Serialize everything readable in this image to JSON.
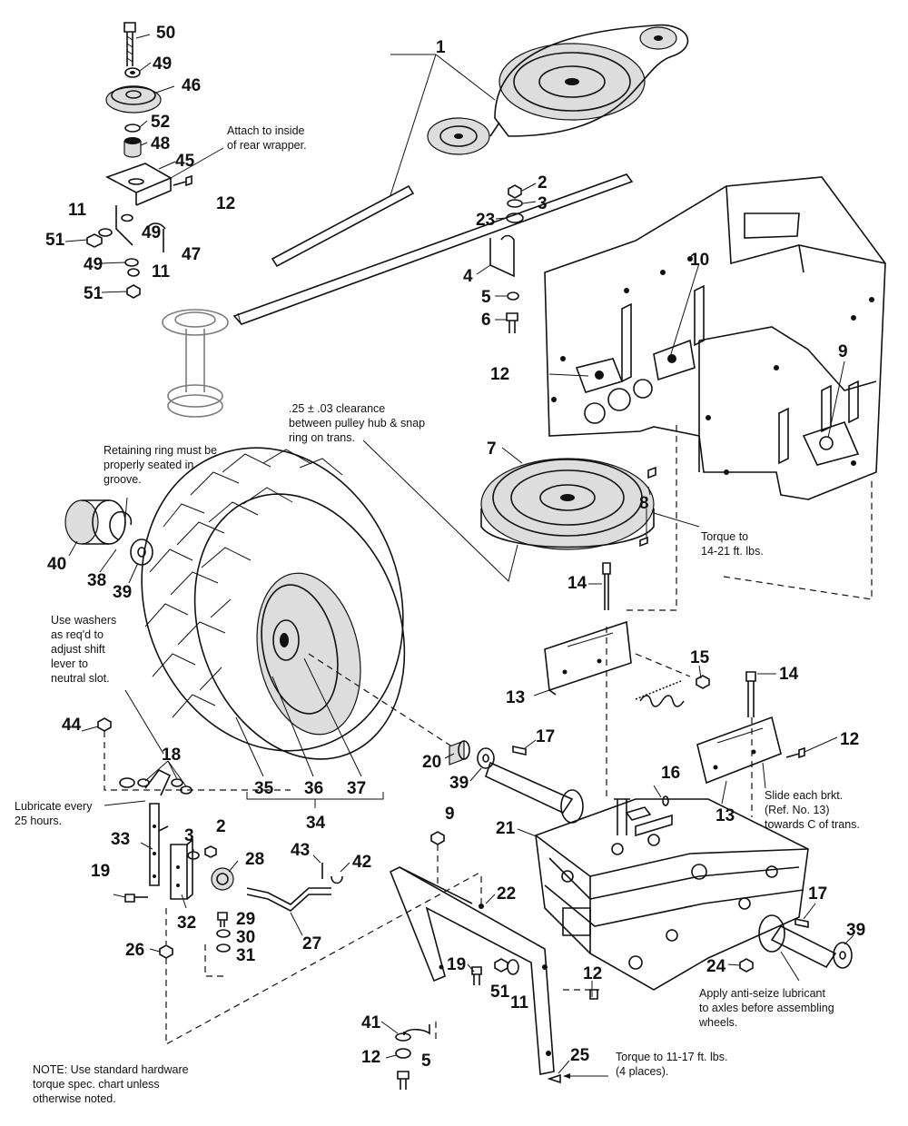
{
  "part_numbers": {
    "n1": "1",
    "n2": "2",
    "n3": "3",
    "n4": "4",
    "n5": "5",
    "n6": "6",
    "n7": "7",
    "n8": "8",
    "n9": "9",
    "n10": "10",
    "n11": "11",
    "n12": "12",
    "n13": "13",
    "n14": "14",
    "n15": "15",
    "n16": "16",
    "n17": "17",
    "n18": "18",
    "n19": "19",
    "n20": "20",
    "n21": "21",
    "n22": "22",
    "n23": "23",
    "n24": "24",
    "n25": "25",
    "n26": "26",
    "n27": "27",
    "n28": "28",
    "n29": "29",
    "n30": "30",
    "n31": "31",
    "n32": "32",
    "n33": "33",
    "n34": "34",
    "n35": "35",
    "n36": "36",
    "n37": "37",
    "n38": "38",
    "n39": "39",
    "n40": "40",
    "n41": "41",
    "n42": "42",
    "n43": "43",
    "n44": "44",
    "n45": "45",
    "n46": "46",
    "n47": "47",
    "n48": "48",
    "n49": "49",
    "n50": "50",
    "n51": "51",
    "n52": "52"
  },
  "notes": {
    "rear_wrapper": [
      "Attach to inside",
      "of rear wrapper."
    ],
    "clearance": [
      ".25 ± .03 clearance",
      "between pulley hub & snap",
      "ring on trans."
    ],
    "retaining_ring": [
      "Retaining ring must be",
      "properly seated in",
      "groove."
    ],
    "torque_14_21": [
      "Torque to",
      "14-21 ft. lbs."
    ],
    "washers": [
      "Use washers",
      "as req'd to",
      "adjust shift",
      "lever to",
      "neutral slot."
    ],
    "lubricate": [
      "Lubricate every",
      "25 hours."
    ],
    "slide_bracket": [
      "Slide each brkt.",
      "(Ref. No. 13)",
      "towards C of trans."
    ],
    "anti_seize": [
      "Apply anti-seize lubricant",
      "to axles before assembling",
      "wheels."
    ],
    "torque_11_17": [
      "Torque to 11-17 ft. lbs.",
      "(4 places)."
    ],
    "hardware_note": [
      "NOTE: Use standard hardware",
      "torque spec. chart unless",
      " otherwise noted."
    ]
  }
}
